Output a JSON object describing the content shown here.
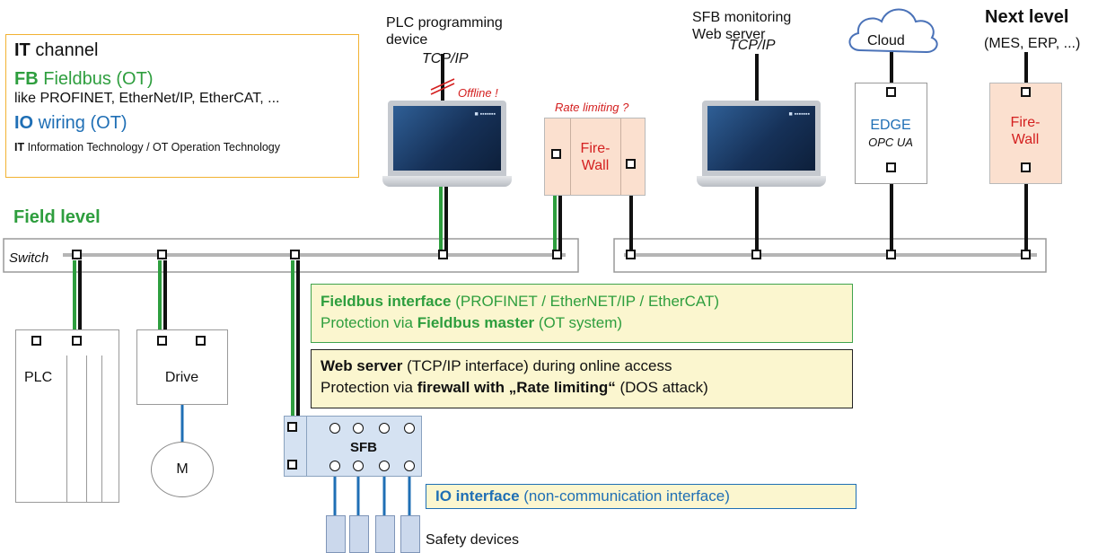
{
  "legend": {
    "it_abbr": "IT",
    "it_text": " channel",
    "fb_abbr": "FB",
    "fb_text": " Fieldbus (OT)",
    "fb_examples": "like PROFINET, EtherNet/IP, EtherCAT, ...",
    "io_abbr": "IO",
    "io_text": " wiring (OT)",
    "footnote_it": "IT",
    "footnote_text": " Information Technology / OT Operation Technology"
  },
  "labels": {
    "plc_prog_line1": "PLC programming",
    "plc_prog_line2": "device",
    "plc_prog_proto": "TCP/IP",
    "offline": "Offline !",
    "rate_limiting": "Rate limiting ?",
    "sfb_mon_line1": "SFB monitoring",
    "sfb_mon_line2": "Web server",
    "sfb_mon_proto": "TCP/IP",
    "cloud": "Cloud",
    "next_level": "Next level",
    "next_level_sub": "(MES, ERP, ...)",
    "field_level": "Field level",
    "switch": "Switch",
    "firewall_line1": "Fire-",
    "firewall_line2": "Wall",
    "edge": "EDGE",
    "opc_ua": "OPC UA",
    "plc": "PLC",
    "drive": "Drive",
    "motor": "M",
    "sfb": "SFB",
    "safety_devices": "Safety devices"
  },
  "info": {
    "fieldbus_title": "Fieldbus interface",
    "fieldbus_title_rest": " (PROFINET / EtherNET/IP / EtherCAT)",
    "fieldbus_prot_pre": "Protection via ",
    "fieldbus_prot_bold": "Fieldbus master",
    "fieldbus_prot_post": " (OT system)",
    "web_title": "Web server",
    "web_title_rest": " (TCP/IP interface) during online access",
    "web_prot_pre": "Protection via ",
    "web_prot_bold": "firewall with „Rate limiting“",
    "web_prot_post": " (DOS attack)",
    "io_title": "IO interface",
    "io_title_rest": " (non-communication interface)"
  },
  "colors": {
    "it": "#111111",
    "fieldbus": "#2e9e3e",
    "io": "#1f6fb5",
    "firewall_text": "#d42020",
    "edge_text": "#1f6fb5"
  }
}
